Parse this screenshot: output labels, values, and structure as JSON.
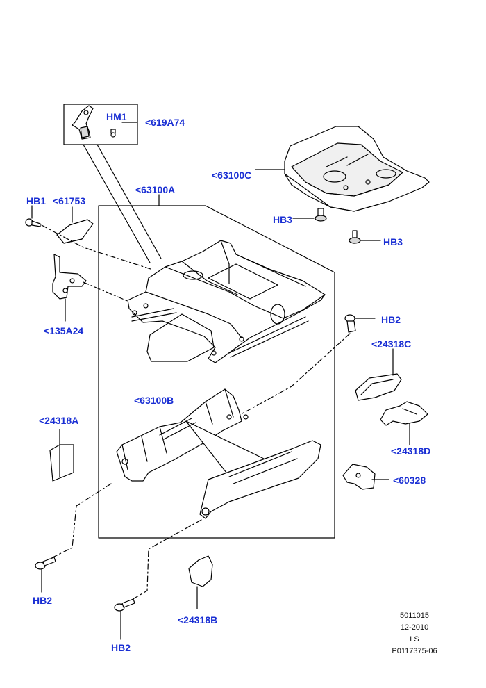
{
  "colors": {
    "callout": "#1a2fd4",
    "line": "#000000",
    "part_fill": "#ffffff",
    "part_shade": "#d8d8d8"
  },
  "callouts": {
    "hm1": "HM1",
    "p619a74": "<619A74",
    "p63100c": "<63100C",
    "p63100a": "<63100A",
    "hb1": "HB1",
    "p61753": "<61753",
    "hb3_left": "HB3",
    "hb3_right": "HB3",
    "p135a24": "<135A24",
    "hb2_right": "HB2",
    "p24318c": "<24318C",
    "p63100b": "<63100B",
    "p24318a": "<24318A",
    "p24318d": "<24318D",
    "p60328": "<60328",
    "hb2_left": "HB2",
    "p24318b": "<24318B",
    "hb2_bottom": "HB2"
  },
  "footer": {
    "line1": "5011015",
    "line2": "12-2010",
    "line3": "LS",
    "line4": "P0117375-06"
  }
}
